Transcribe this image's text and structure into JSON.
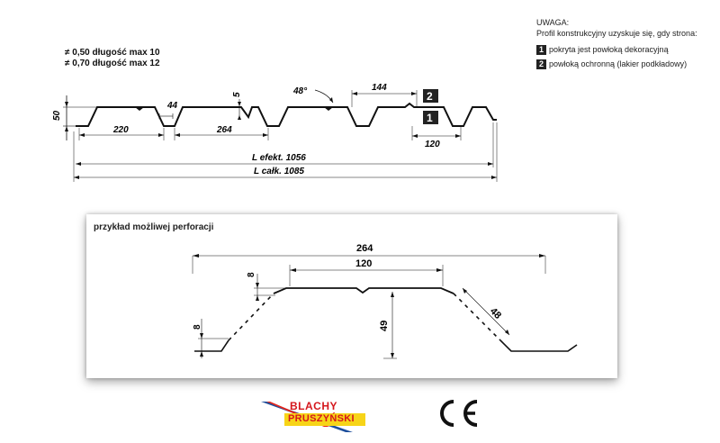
{
  "note": {
    "title": "UWAGA:",
    "subtitle": "Profil konstrukcyjny uzyskuje się, gdy strona:",
    "items": [
      {
        "num": "1",
        "text": "pokryta jest powłoką dekoracyjną"
      },
      {
        "num": "2",
        "text": "powłoką ochronną (lakier podkładowy)"
      }
    ]
  },
  "specs": [
    "≠ 0,50 długość max 10",
    "≠ 0,70 długość max 12"
  ],
  "profile": {
    "dim_height": "50",
    "dim_rib_top": "44",
    "dim_rib_depth": "5",
    "dim_angle": "48°",
    "dim_top_width": "144",
    "dim_pitch_a": "220",
    "dim_pitch_b": "264",
    "dim_bottom": "120",
    "side_2": "2",
    "side_1": "1",
    "l_eff": "L efekt. 1056",
    "l_total": "L całk. 1085"
  },
  "perforation": {
    "title": "przykład możliwej perforacji",
    "dim_width": "264",
    "dim_top": "120",
    "dim_edge_top": "8",
    "dim_edge_left": "8",
    "dim_height": "49",
    "dim_slope": "48"
  },
  "logo": {
    "line1": "BLACHY",
    "line2": "PRUSZYŃSKI",
    "ce_mark": "CE"
  }
}
